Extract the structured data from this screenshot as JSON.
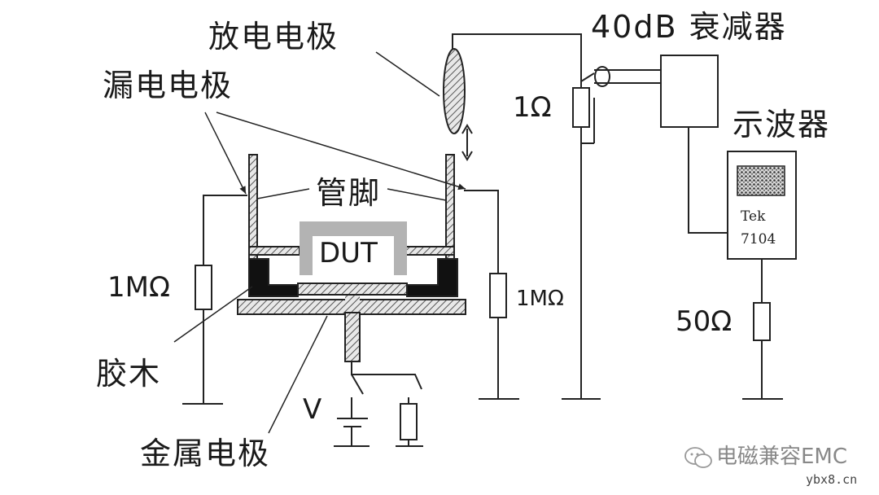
{
  "labels": {
    "discharge_electrode": "放电电极",
    "leakage_electrode": "漏电电极",
    "attenuator": "40dB 衰减器",
    "oscilloscope": "示波器",
    "pins": "管脚",
    "dut": "DUT",
    "bakelite": "胶木",
    "metal_electrode": "金属电极",
    "resistor_1ohm": "1Ω",
    "resistor_1mohm_left": "1MΩ",
    "resistor_1mohm_right": "1MΩ",
    "resistor_50ohm": "50Ω",
    "voltage": "V",
    "scope_brand": "Tek",
    "scope_model": "7104"
  },
  "watermark": {
    "text": "电磁兼容EMC",
    "source": "ybx8.cn"
  },
  "colors": {
    "line": "#222222",
    "dut_body": "#b3b3b3",
    "insulator": "#111111",
    "hatch": "#7a7a7a"
  }
}
